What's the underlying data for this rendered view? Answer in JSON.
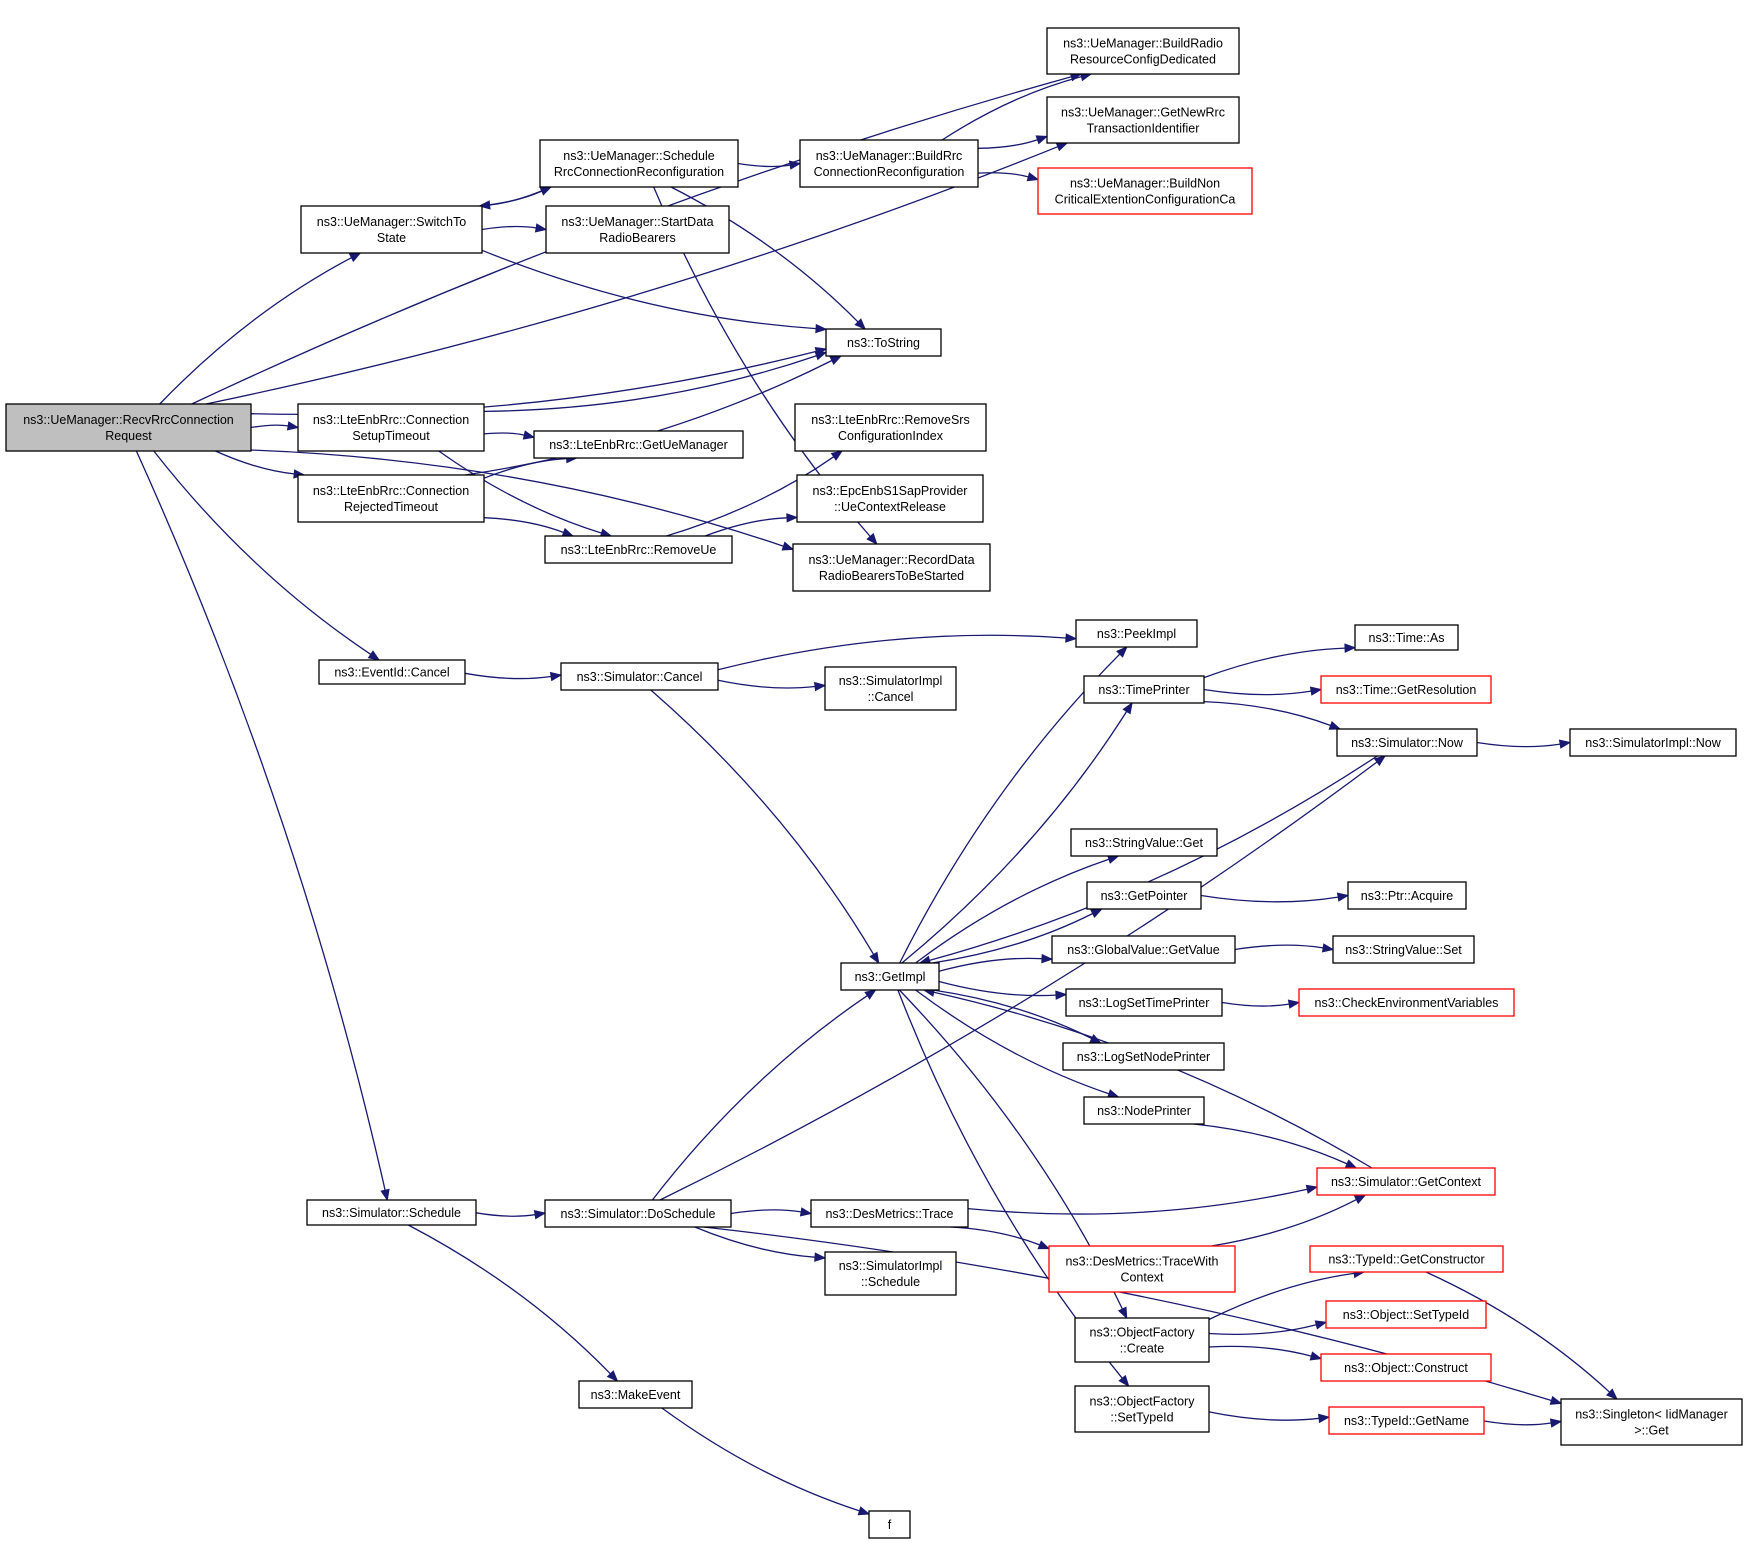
{
  "graph": {
    "nodes": [
      {
        "id": "root",
        "lines": [
          "ns3::UeManager::RecvRrcConnection",
          "Request"
        ],
        "kind": "root"
      },
      {
        "id": "buildRadio",
        "lines": [
          "ns3::UeManager::BuildRadio",
          "ResourceConfigDedicated"
        ]
      },
      {
        "id": "getNewRrc",
        "lines": [
          "ns3::UeManager::GetNewRrc",
          "TransactionIdentifier"
        ]
      },
      {
        "id": "schedRrc",
        "lines": [
          "ns3::UeManager::Schedule",
          "RrcConnectionReconfiguration"
        ]
      },
      {
        "id": "buildRrc",
        "lines": [
          "ns3::UeManager::BuildRrc",
          "ConnectionReconfiguration"
        ]
      },
      {
        "id": "buildNon",
        "lines": [
          "ns3::UeManager::BuildNon",
          "CriticalExtentionConfigurationCa"
        ],
        "kind": "truncated"
      },
      {
        "id": "switchTo",
        "lines": [
          "ns3::UeManager::SwitchTo",
          "State"
        ]
      },
      {
        "id": "startData",
        "lines": [
          "ns3::UeManager::StartData",
          "RadioBearers"
        ]
      },
      {
        "id": "toString",
        "lines": [
          "ns3::ToString"
        ]
      },
      {
        "id": "connSetup",
        "lines": [
          "ns3::LteEnbRrc::Connection",
          "SetupTimeout"
        ]
      },
      {
        "id": "getUeMgr",
        "lines": [
          "ns3::LteEnbRrc::GetUeManager"
        ]
      },
      {
        "id": "removeSrs",
        "lines": [
          "ns3::LteEnbRrc::RemoveSrs",
          "ConfigurationIndex"
        ]
      },
      {
        "id": "connRej",
        "lines": [
          "ns3::LteEnbRrc::Connection",
          "RejectedTimeout"
        ]
      },
      {
        "id": "epcUeCtx",
        "lines": [
          "ns3::EpcEnbS1SapProvider",
          "::UeContextRelease"
        ]
      },
      {
        "id": "removeUe",
        "lines": [
          "ns3::LteEnbRrc::RemoveUe"
        ]
      },
      {
        "id": "recordData",
        "lines": [
          "ns3::UeManager::RecordData",
          "RadioBearersToBeStarted"
        ]
      },
      {
        "id": "peekImpl",
        "lines": [
          "ns3::PeekImpl"
        ]
      },
      {
        "id": "eventCancel",
        "lines": [
          "ns3::EventId::Cancel"
        ]
      },
      {
        "id": "simCancel",
        "lines": [
          "ns3::Simulator::Cancel"
        ]
      },
      {
        "id": "simImplCancel",
        "lines": [
          "ns3::SimulatorImpl",
          "::Cancel"
        ]
      },
      {
        "id": "timePrinter",
        "lines": [
          "ns3::TimePrinter"
        ]
      },
      {
        "id": "timeAs",
        "lines": [
          "ns3::Time::As"
        ]
      },
      {
        "id": "timeRes",
        "lines": [
          "ns3::Time::GetResolution"
        ],
        "kind": "truncated"
      },
      {
        "id": "simNow",
        "lines": [
          "ns3::Simulator::Now"
        ]
      },
      {
        "id": "simImplNow",
        "lines": [
          "ns3::SimulatorImpl::Now"
        ]
      },
      {
        "id": "strGet",
        "lines": [
          "ns3::StringValue::Get"
        ]
      },
      {
        "id": "getPointer",
        "lines": [
          "ns3::GetPointer"
        ]
      },
      {
        "id": "ptrAcquire",
        "lines": [
          "ns3::Ptr::Acquire"
        ]
      },
      {
        "id": "getImpl",
        "lines": [
          "ns3::GetImpl"
        ]
      },
      {
        "id": "globalGet",
        "lines": [
          "ns3::GlobalValue::GetValue"
        ]
      },
      {
        "id": "strSet",
        "lines": [
          "ns3::StringValue::Set"
        ]
      },
      {
        "id": "logTime",
        "lines": [
          "ns3::LogSetTimePrinter"
        ]
      },
      {
        "id": "checkEnv",
        "lines": [
          "ns3::CheckEnvironmentVariables"
        ],
        "kind": "truncated"
      },
      {
        "id": "logNode",
        "lines": [
          "ns3::LogSetNodePrinter"
        ]
      },
      {
        "id": "nodePrinter",
        "lines": [
          "ns3::NodePrinter"
        ]
      },
      {
        "id": "getContext",
        "lines": [
          "ns3::Simulator::GetContext"
        ],
        "kind": "truncated"
      },
      {
        "id": "simSchedule",
        "lines": [
          "ns3::Simulator::Schedule"
        ]
      },
      {
        "id": "doSchedule",
        "lines": [
          "ns3::Simulator::DoSchedule"
        ]
      },
      {
        "id": "desTrace",
        "lines": [
          "ns3::DesMetrics::Trace"
        ]
      },
      {
        "id": "desTraceCtx",
        "lines": [
          "ns3::DesMetrics::TraceWith",
          "Context"
        ],
        "kind": "truncated"
      },
      {
        "id": "simImplSched",
        "lines": [
          "ns3::SimulatorImpl",
          "::Schedule"
        ]
      },
      {
        "id": "getCtor",
        "lines": [
          "ns3::TypeId::GetConstructor"
        ],
        "kind": "truncated"
      },
      {
        "id": "setTypeIdObj",
        "lines": [
          "ns3::Object::SetTypeId"
        ],
        "kind": "truncated"
      },
      {
        "id": "ofCreate",
        "lines": [
          "ns3::ObjectFactory",
          "::Create"
        ]
      },
      {
        "id": "objConstruct",
        "lines": [
          "ns3::Object::Construct"
        ],
        "kind": "truncated"
      },
      {
        "id": "ofSetTypeId",
        "lines": [
          "ns3::ObjectFactory",
          "::SetTypeId"
        ]
      },
      {
        "id": "typeIdName",
        "lines": [
          "ns3::TypeId::GetName"
        ],
        "kind": "truncated"
      },
      {
        "id": "singleton",
        "lines": [
          "ns3::Singleton< IidManager",
          " >::Get"
        ]
      },
      {
        "id": "makeEvent",
        "lines": [
          "ns3::MakeEvent"
        ]
      },
      {
        "id": "f",
        "lines": [
          "f"
        ]
      }
    ],
    "edges": [
      [
        "root",
        "buildRadio"
      ],
      [
        "root",
        "getNewRrc"
      ],
      [
        "root",
        "switchTo"
      ],
      [
        "root",
        "toString"
      ],
      [
        "root",
        "connSetup"
      ],
      [
        "root",
        "connRej"
      ],
      [
        "root",
        "recordData"
      ],
      [
        "root",
        "eventCancel"
      ],
      [
        "root",
        "simSchedule"
      ],
      [
        "switchTo",
        "schedRrc"
      ],
      [
        "switchTo",
        "startData"
      ],
      [
        "switchTo",
        "toString"
      ],
      [
        "schedRrc",
        "switchTo"
      ],
      [
        "schedRrc",
        "buildRrc"
      ],
      [
        "schedRrc",
        "toString"
      ],
      [
        "schedRrc",
        "recordData"
      ],
      [
        "buildRrc",
        "buildRadio"
      ],
      [
        "buildRrc",
        "getNewRrc"
      ],
      [
        "buildRrc",
        "buildNon"
      ],
      [
        "connSetup",
        "toString"
      ],
      [
        "connSetup",
        "getUeMgr"
      ],
      [
        "connSetup",
        "removeUe"
      ],
      [
        "connRej",
        "getUeMgr"
      ],
      [
        "connRej",
        "toString"
      ],
      [
        "connRej",
        "removeUe"
      ],
      [
        "removeUe",
        "removeSrs"
      ],
      [
        "removeUe",
        "epcUeCtx"
      ],
      [
        "eventCancel",
        "simCancel"
      ],
      [
        "simCancel",
        "peekImpl"
      ],
      [
        "simCancel",
        "simImplCancel"
      ],
      [
        "simCancel",
        "getImpl"
      ],
      [
        "simSchedule",
        "doSchedule"
      ],
      [
        "simSchedule",
        "makeEvent"
      ],
      [
        "makeEvent",
        "f"
      ],
      [
        "doSchedule",
        "getImpl"
      ],
      [
        "doSchedule",
        "simNow"
      ],
      [
        "doSchedule",
        "desTrace"
      ],
      [
        "doSchedule",
        "simImplSched"
      ],
      [
        "doSchedule",
        "singleton"
      ],
      [
        "desTrace",
        "getContext"
      ],
      [
        "desTrace",
        "desTraceCtx"
      ],
      [
        "desTraceCtx",
        "getContext"
      ],
      [
        "getImpl",
        "peekImpl"
      ],
      [
        "getImpl",
        "timePrinter"
      ],
      [
        "getImpl",
        "strGet"
      ],
      [
        "getImpl",
        "getPointer"
      ],
      [
        "getImpl",
        "globalGet"
      ],
      [
        "getImpl",
        "logTime"
      ],
      [
        "getImpl",
        "logNode"
      ],
      [
        "getImpl",
        "nodePrinter"
      ],
      [
        "getImpl",
        "ofCreate"
      ],
      [
        "getImpl",
        "ofSetTypeId"
      ],
      [
        "timePrinter",
        "timeAs"
      ],
      [
        "timePrinter",
        "timeRes"
      ],
      [
        "timePrinter",
        "simNow"
      ],
      [
        "simNow",
        "simImplNow"
      ],
      [
        "simNow",
        "getImpl"
      ],
      [
        "getPointer",
        "ptrAcquire"
      ],
      [
        "globalGet",
        "strSet"
      ],
      [
        "logTime",
        "checkEnv"
      ],
      [
        "nodePrinter",
        "getContext"
      ],
      [
        "getContext",
        "getImpl"
      ],
      [
        "ofCreate",
        "getCtor"
      ],
      [
        "ofCreate",
        "setTypeIdObj"
      ],
      [
        "ofCreate",
        "objConstruct"
      ],
      [
        "ofSetTypeId",
        "typeIdName"
      ],
      [
        "getCtor",
        "singleton"
      ],
      [
        "typeIdName",
        "singleton"
      ]
    ]
  },
  "colors": {
    "edge": "#191970",
    "root_fill": "#bfbfbf",
    "truncated_border": "#ff0000",
    "node_border": "#000000"
  }
}
